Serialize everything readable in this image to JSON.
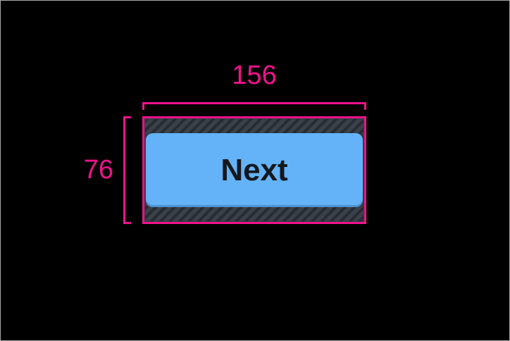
{
  "measurements": {
    "width": {
      "label": "156"
    },
    "height": {
      "label": "76"
    }
  },
  "button": {
    "label": "Next"
  },
  "colors": {
    "accent_pink": "#F0128C",
    "button_blue": "#64B2F7",
    "button_text": "#14181D",
    "hatch_bg": "#3A414A",
    "hatch_stripe": "#262C33",
    "canvas_bg": "#000000",
    "frame_border": "#A8A8A8"
  }
}
